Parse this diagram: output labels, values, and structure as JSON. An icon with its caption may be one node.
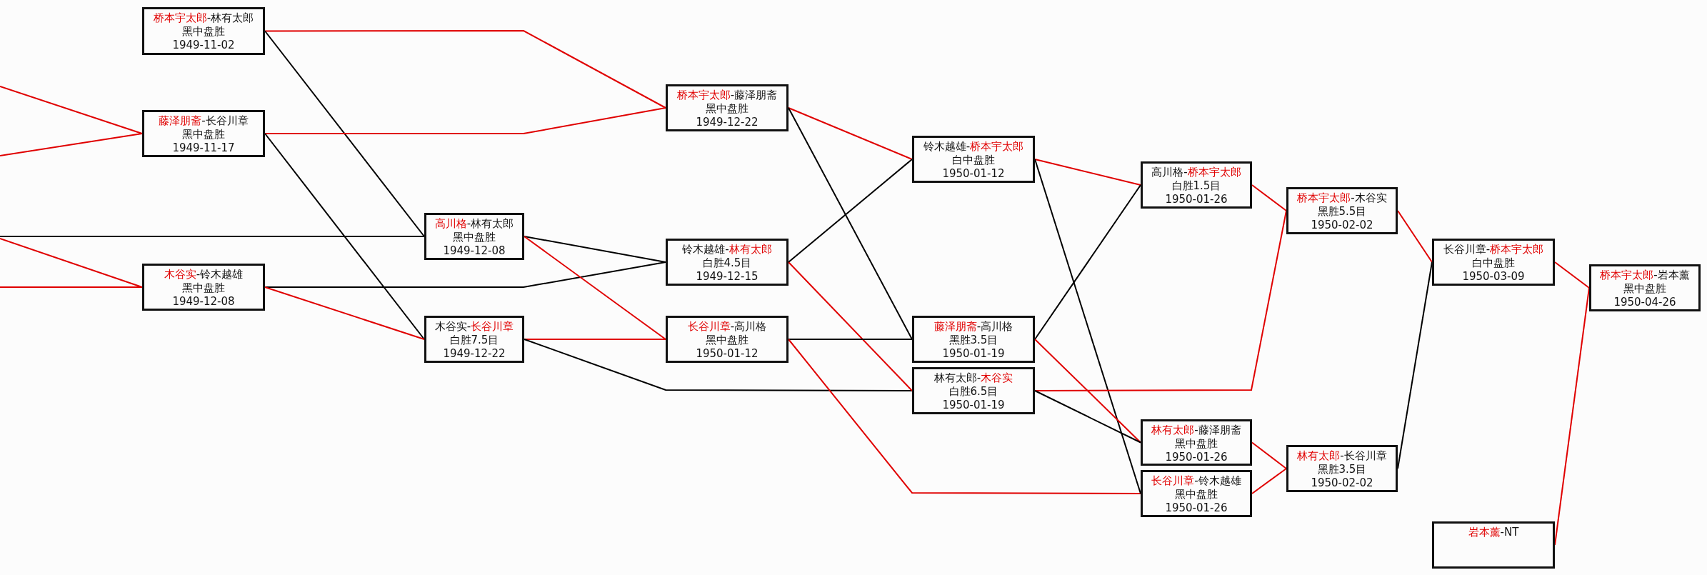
{
  "diagram": {
    "nodes": [
      {
        "text": [
          "桥本宇太郎-林有太郎",
          "黑中盘胜",
          "1949-11-02"
        ]
      },
      {
        "text": [
          "藤泽朋斋-长谷川章",
          "黑中盘胜",
          "1949-11-17"
        ]
      },
      {
        "text": [
          "木谷实-铃木越雄",
          "黑中盘胜",
          "1949-12-08"
        ]
      },
      {
        "text": [
          "高川格-林有太郎",
          "黑中盘胜",
          "1949-12-08"
        ]
      },
      {
        "text": [
          "木谷实-长谷川章",
          "白胜7.5目",
          "1949-12-22"
        ]
      },
      {
        "text": [
          "桥本宇太郎-藤泽朋斋",
          "黑中盘胜",
          "1949-12-22"
        ]
      },
      {
        "text": [
          "铃木越雄-林有太郎",
          "白胜4.5目",
          "1949-12-15"
        ]
      },
      {
        "text": [
          "长谷川章-高川格",
          "黑中盘胜",
          "1950-01-12"
        ]
      },
      {
        "text": [
          "铃木越雄-桥本宇太郎",
          "白中盘胜",
          "1950-01-12"
        ]
      },
      {
        "text": [
          "藤泽朋斋-高川格",
          "黑胜3.5目",
          "1950-01-19"
        ]
      },
      {
        "text": [
          "林有太郎-木谷实",
          "白胜6.5目",
          "1950-01-19"
        ]
      },
      {
        "text": [
          "高川格-桥本宇太郎",
          "白胜1.5目",
          "1950-01-26"
        ]
      },
      {
        "text": [
          "林有太郎-藤泽朋斋",
          "黑中盘胜",
          "1950-01-26"
        ]
      },
      {
        "text": [
          "长谷川章-铃木越雄",
          "黑中盘胜",
          "1950-01-26"
        ]
      },
      {
        "text": [
          "桥本宇太郎-木谷实",
          "黑胜5.5目",
          "1950-02-02"
        ]
      },
      {
        "text": [
          "林有太郎-长谷川章",
          "黑胜3.5目",
          "1950-02-02"
        ]
      },
      {
        "text": [
          "长谷川章-桥本宇太郎",
          "白中盘胜",
          "1950-03-09"
        ]
      },
      {
        "text": [
          "岩本薰-NT"
        ]
      },
      {
        "text": [
          "桥本宇太郎-岩本薰",
          "黑中盘胜",
          "1950-04-26"
        ]
      }
    ],
    "edges": [
      {
        "from": null,
        "to": 1,
        "arrow": "none"
      },
      {
        "from": null,
        "to": 1,
        "arrow": "none"
      },
      {
        "from": null,
        "to": 3,
        "arrow": "none",
        "color": "#000000"
      },
      {
        "from": null,
        "to": 2,
        "arrow": "none"
      },
      {
        "from": null,
        "to": 2,
        "arrow": "none"
      },
      {
        "from": 0,
        "to": 5,
        "arrow": "none"
      },
      {
        "from": 0,
        "to": 3,
        "arrow": "none",
        "color": "#000000"
      },
      {
        "from": 1,
        "to": 5,
        "arrow": "none"
      },
      {
        "from": 1,
        "to": 4,
        "arrow": "none",
        "color": "#000000"
      },
      {
        "from": 2,
        "to": 6,
        "arrow": "none",
        "color": "#000000"
      },
      {
        "from": 2,
        "to": 4,
        "arrow": "none"
      },
      {
        "from": 3,
        "to": 6,
        "arrow": "none",
        "color": "#000000"
      },
      {
        "from": 3,
        "to": 7,
        "arrow": "none"
      },
      {
        "from": 4,
        "to": 7,
        "arrow": "none"
      },
      {
        "from": 4,
        "to": 10,
        "arrow": "none",
        "color": "#000000"
      },
      {
        "from": 5,
        "to": 8,
        "arrow": "none"
      },
      {
        "from": 5,
        "to": 9,
        "arrow": "none",
        "color": "#000000"
      },
      {
        "from": 6,
        "to": 8,
        "arrow": "none",
        "color": "#000000"
      },
      {
        "from": 6,
        "to": 10,
        "arrow": "none"
      },
      {
        "from": 7,
        "to": 9,
        "arrow": "none",
        "color": "#000000"
      },
      {
        "from": 7,
        "to": 13,
        "arrow": "none"
      },
      {
        "from": 8,
        "to": 11,
        "arrow": "none"
      },
      {
        "from": 8,
        "to": 13,
        "arrow": "none",
        "color": "#000000"
      },
      {
        "from": 9,
        "to": 11,
        "arrow": "none",
        "color": "#000000"
      },
      {
        "from": 9,
        "to": 12,
        "arrow": "none"
      },
      {
        "from": 10,
        "to": 14,
        "arrow": "none"
      },
      {
        "from": 10,
        "to": 12,
        "arrow": "none",
        "color": "#000000"
      },
      {
        "from": 11,
        "to": 14,
        "arrow": "none"
      },
      {
        "from": 12,
        "to": 15,
        "arrow": "none"
      },
      {
        "from": 13,
        "to": 15,
        "arrow": "none"
      },
      {
        "from": 14,
        "to": 16,
        "arrow": "none"
      },
      {
        "from": 15,
        "to": 16,
        "arrow": "none",
        "color": "#000000"
      },
      {
        "from": 16,
        "to": 18,
        "arrow": "none"
      },
      {
        "from": 17,
        "to": 18,
        "arrow": "none"
      }
    ]
  }
}
